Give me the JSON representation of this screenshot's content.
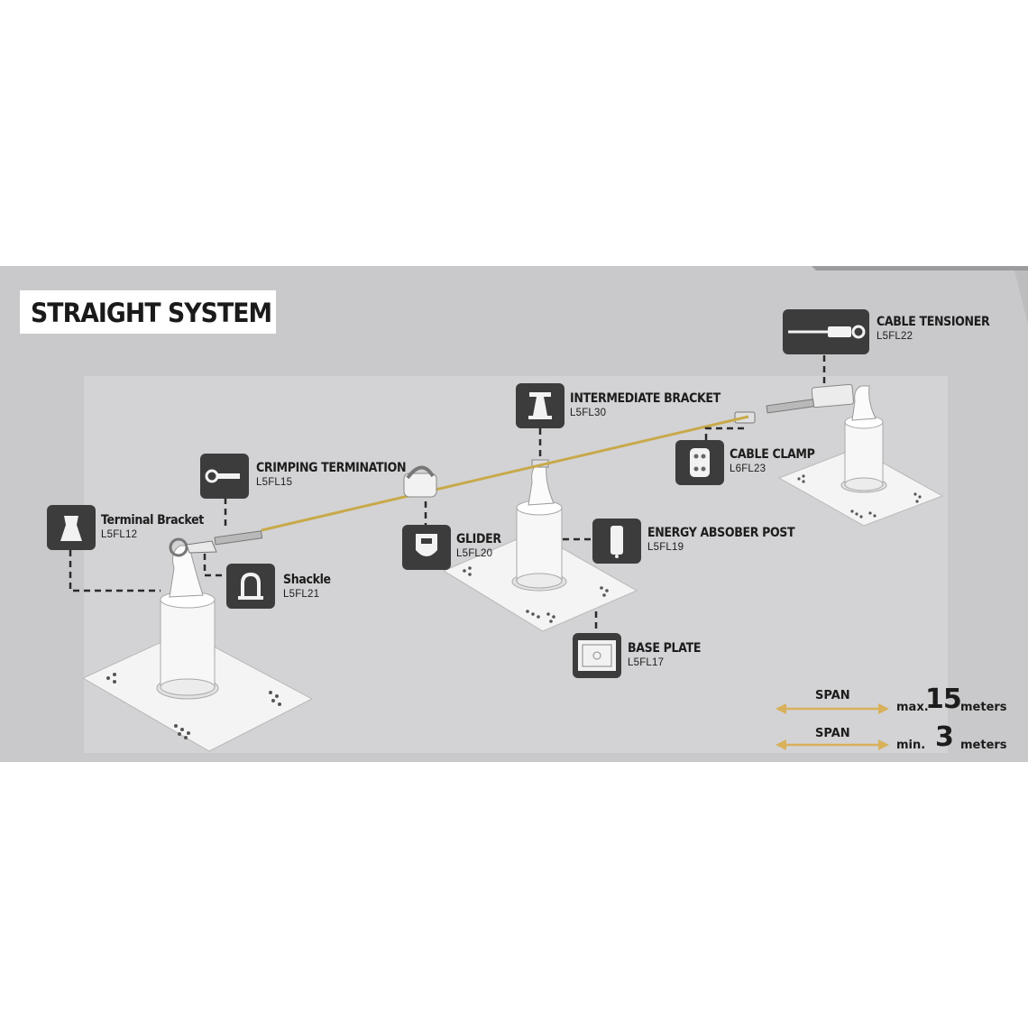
{
  "title": "STRAIGHT SYSTEM",
  "components": [
    {
      "id": "terminal-bracket",
      "name": "Terminal Bracket",
      "code": "L5FL12",
      "icon": "terminal-bracket-icon"
    },
    {
      "id": "crimping-termination",
      "name": "CRIMPING TERMINATION",
      "code": "L5FL15",
      "icon": "crimping-termination-icon"
    },
    {
      "id": "shackle",
      "name": "Shackle",
      "code": "L5FL21",
      "icon": "shackle-icon"
    },
    {
      "id": "glider",
      "name": "GLIDER",
      "code": "L5FL20",
      "icon": "glider-icon"
    },
    {
      "id": "intermediate-bracket",
      "name": "INTERMEDIATE BRACKET",
      "code": "L5FL30",
      "icon": "intermediate-bracket-icon"
    },
    {
      "id": "energy-absorber-post",
      "name": "ENERGY ABSOBER POST",
      "code": "L5FL19",
      "icon": "energy-absorber-post-icon"
    },
    {
      "id": "base-plate",
      "name": "BASE  PLATE",
      "code": "L5FL17",
      "icon": "base-plate-icon"
    },
    {
      "id": "cable-clamp",
      "name": "CABLE CLAMP",
      "code": "L6FL23",
      "icon": "cable-clamp-icon"
    },
    {
      "id": "cable-tensioner",
      "name": "CABLE TENSIONER",
      "code": "L5FL22",
      "icon": "cable-tensioner-icon"
    }
  ],
  "spans": [
    {
      "label": "SPAN",
      "qualifier": "max.",
      "value": "15",
      "unit": "meters"
    },
    {
      "label": "SPAN",
      "qualifier": "min.",
      "value": "3",
      "unit": "meters"
    }
  ],
  "colors": {
    "panel": "#c9c9cb",
    "icon_box": "#3c3c3d",
    "cable": "#c8a94a",
    "span_arrow": "#d9b15a"
  }
}
